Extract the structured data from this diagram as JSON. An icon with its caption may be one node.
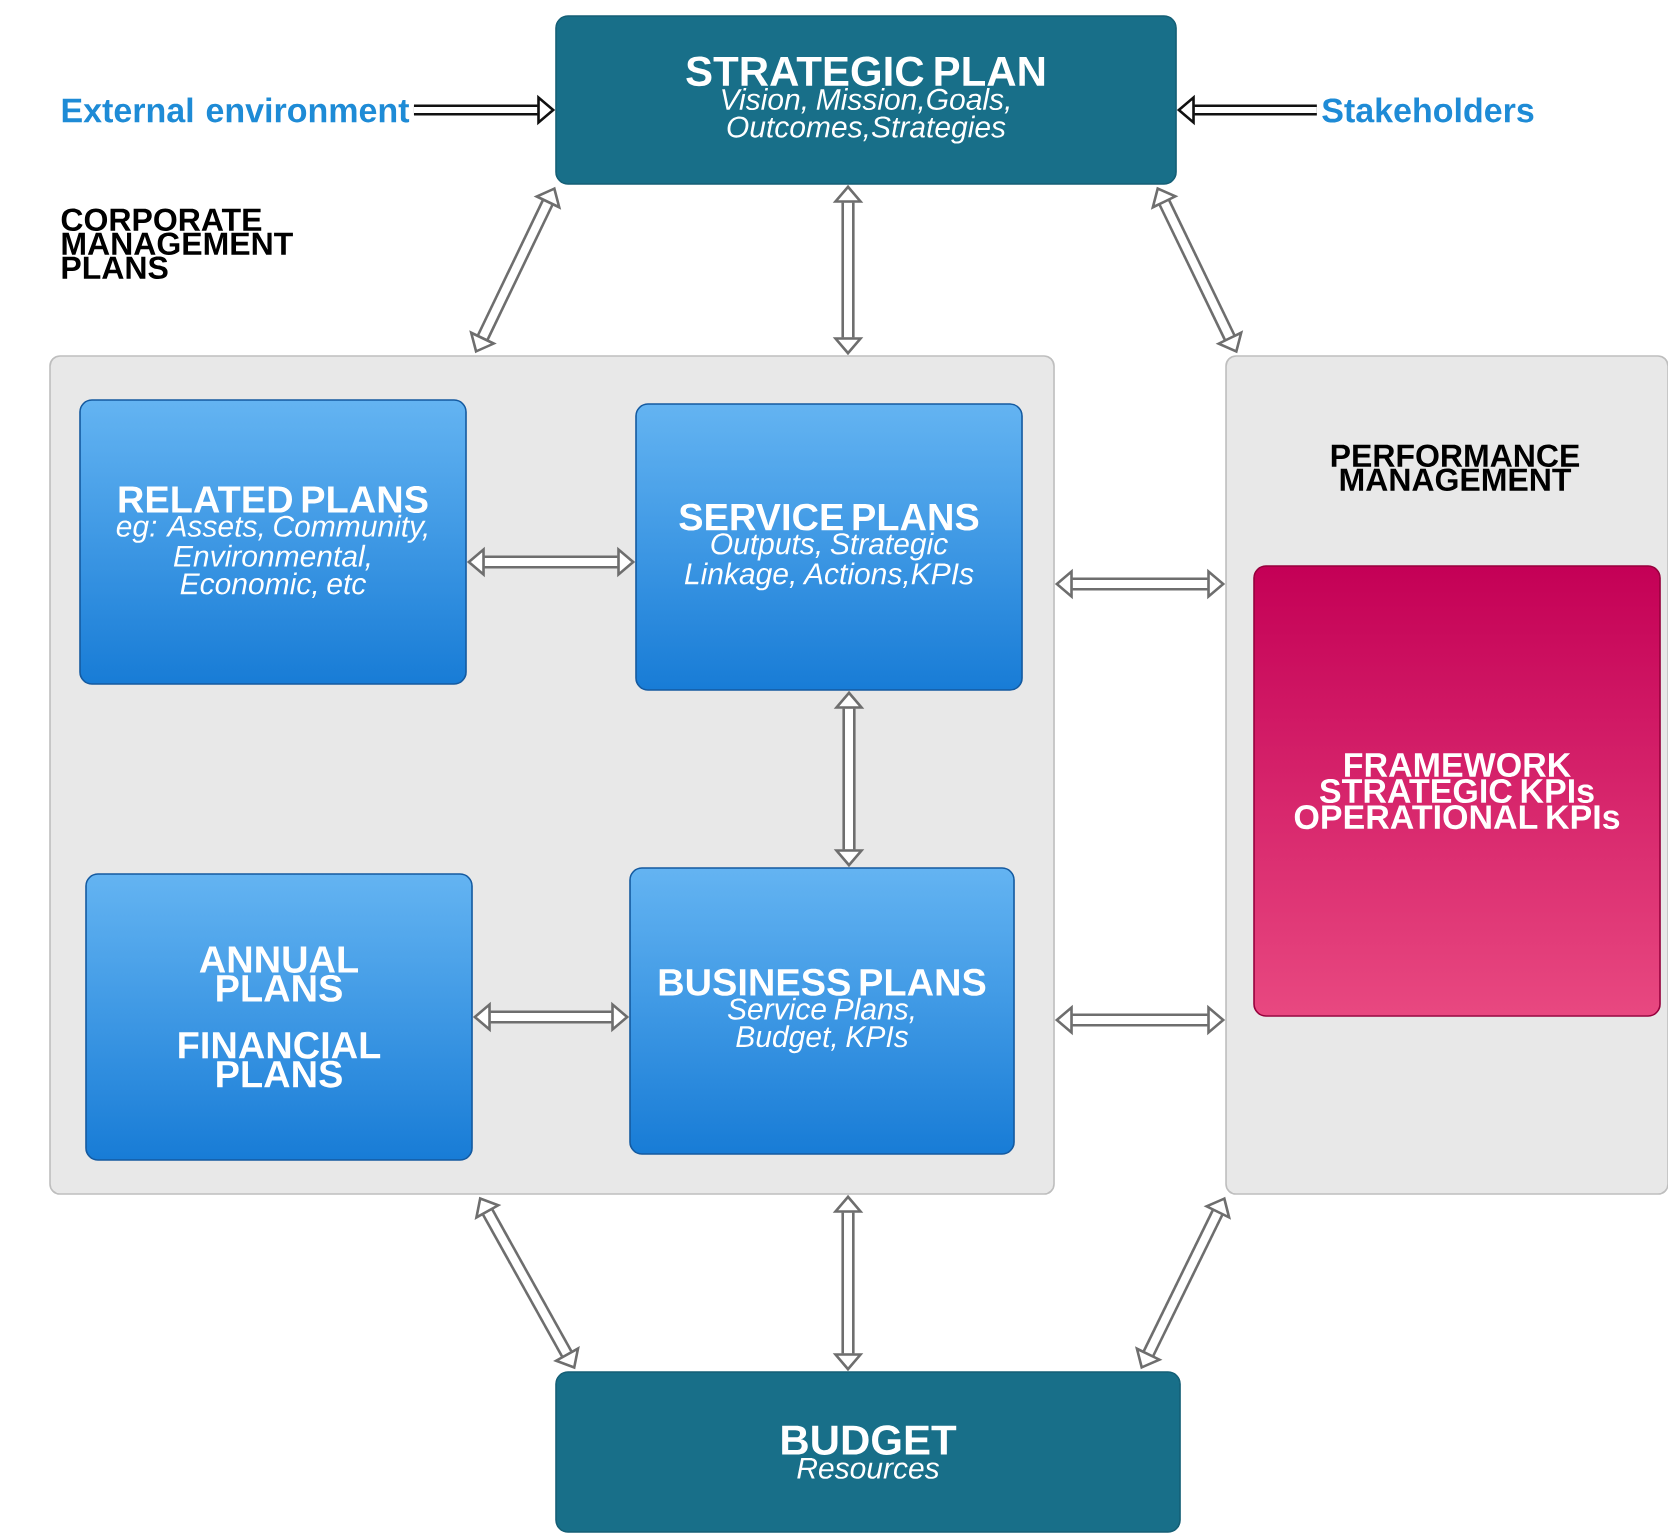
{
  "diagram": {
    "nodes": [
      {
        "text": [
          "STRATEGIC PLAN",
          "Vision, Mission,Goals, Outcomes,Strategies"
        ]
      },
      {
        "text": [
          "External environment"
        ]
      },
      {
        "text": [
          "Stakeholders"
        ]
      },
      {
        "text": [
          "CORPORATE MANAGEMENT PLANS"
        ]
      },
      {
        "text": [
          "RELATED PLANS",
          "eg: Assets, Community, Environmental, Economic, etc"
        ],
        "in": 3
      },
      {
        "text": [
          "SERVICE PLANS",
          "Outputs, Strategic Linkage, Actions,KPIs"
        ],
        "in": 3
      },
      {
        "text": [
          "ANNUAL PLANS",
          "FINANCIAL PLANS"
        ],
        "in": 3
      },
      {
        "text": [
          "BUSINESS PLANS",
          "Service Plans, Budget, KPIs"
        ],
        "in": 3
      },
      {
        "text": [
          "PERFORMANCE MANAGEMENT"
        ]
      },
      {
        "text": [
          "FRAMEWORK",
          "STRATEGIC KPIs",
          "OPERATIONAL KPIs"
        ],
        "in": 8
      },
      {
        "text": [
          "BUDGET",
          "Resources"
        ]
      }
    ],
    "edges": [
      {
        "from": 1,
        "to": 0,
        "arrow": "to",
        "color": "#111111"
      },
      {
        "from": 2,
        "to": 0,
        "arrow": "to",
        "color": "#111111"
      },
      {
        "from": 0,
        "to": 3,
        "arrow": "both"
      },
      {
        "from": 0,
        "to": 3,
        "arrow": "both"
      },
      {
        "from": 0,
        "to": 8,
        "arrow": "both"
      },
      {
        "from": 4,
        "to": 5,
        "arrow": "both"
      },
      {
        "from": 5,
        "to": 7,
        "arrow": "both"
      },
      {
        "from": 6,
        "to": 7,
        "arrow": "both"
      },
      {
        "from": 3,
        "to": 8,
        "arrow": "both"
      },
      {
        "from": 3,
        "to": 8,
        "arrow": "both"
      },
      {
        "from": 3,
        "to": 10,
        "arrow": "both"
      },
      {
        "from": 3,
        "to": 10,
        "arrow": "both"
      },
      {
        "from": 8,
        "to": 10,
        "arrow": "both"
      }
    ]
  }
}
